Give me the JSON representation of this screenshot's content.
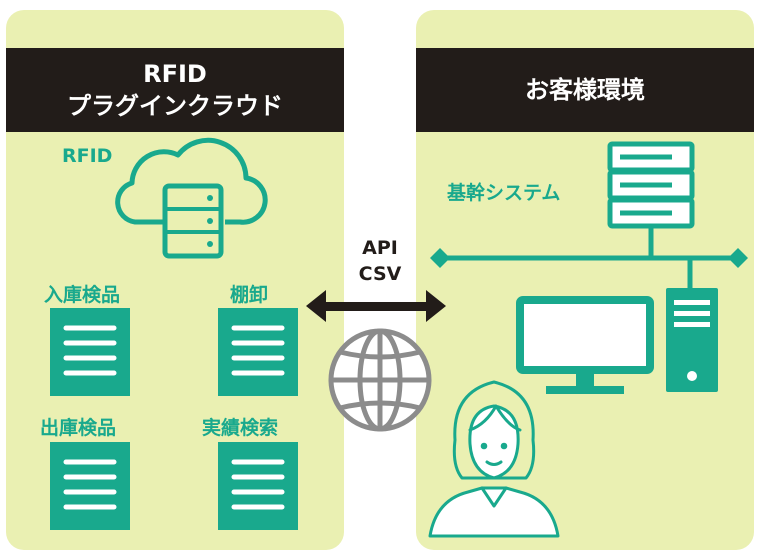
{
  "left_panel": {
    "title_line1": "RFID",
    "title_line2": "プラグインクラウド",
    "cloud_label": "RFID",
    "modules": [
      {
        "label": "入庫検品",
        "icon": "document-icon"
      },
      {
        "label": "棚卸",
        "icon": "document-icon"
      },
      {
        "label": "出庫検品",
        "icon": "document-icon"
      },
      {
        "label": "実績検索",
        "icon": "document-icon"
      }
    ]
  },
  "connection": {
    "line1": "API",
    "line2": "CSV",
    "icons": [
      "double-arrow-icon",
      "globe-icon"
    ]
  },
  "right_panel": {
    "title": "お客様環境",
    "system_label": "基幹システム",
    "icons": [
      "server-icon",
      "network-line-icon",
      "monitor-icon",
      "pc-tower-icon",
      "person-icon"
    ]
  },
  "colors": {
    "panel_bg": "#eaf0b2",
    "header_bg": "#221c19",
    "accent": "#19a98d",
    "globe": "#8c8c8c"
  }
}
